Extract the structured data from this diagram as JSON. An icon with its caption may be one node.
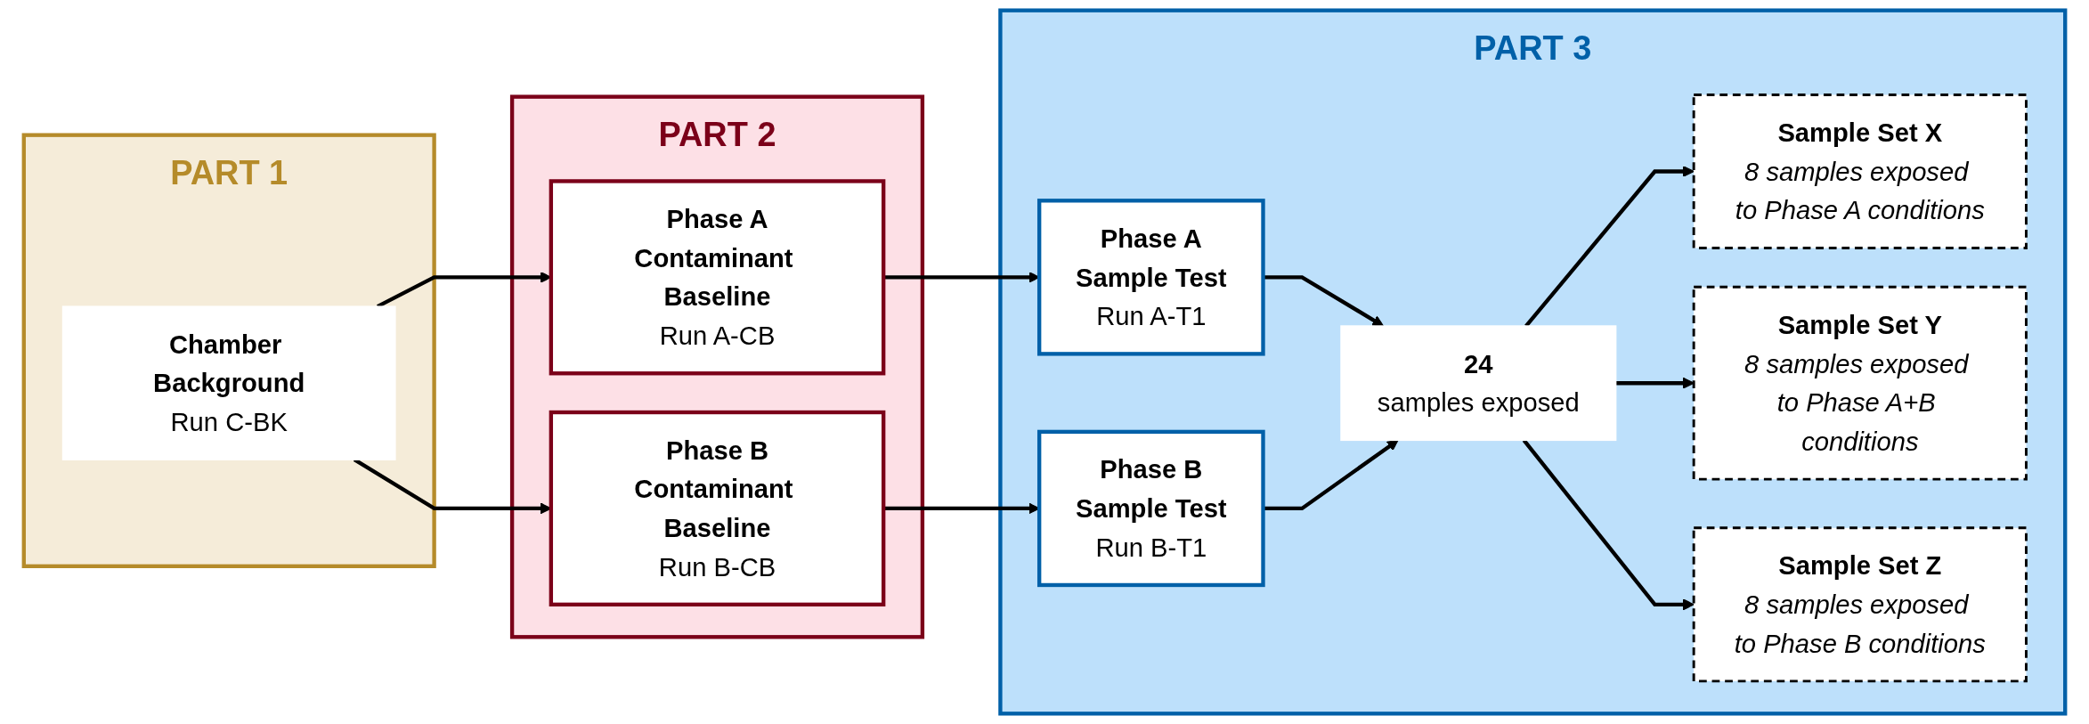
{
  "diagram": {
    "nodes": [
      {
        "text": [
          "PART 1"
        ]
      },
      {
        "text": [
          "Chamber Background",
          "Run C-BK"
        ],
        "in": 0
      },
      {
        "text": [
          "PART 2"
        ]
      },
      {
        "text": [
          "Phase A",
          "Contaminant Baseline",
          "Run A-CB"
        ],
        "in": 2
      },
      {
        "text": [
          "Phase B",
          "Contaminant Baseline",
          "Run B-CB"
        ],
        "in": 2
      },
      {
        "text": [
          "PART 3"
        ]
      },
      {
        "text": [
          "Phase A",
          "Sample Test",
          "Run A-T1"
        ],
        "in": 5
      },
      {
        "text": [
          "Phase B",
          "Sample Test",
          "Run B-T1"
        ],
        "in": 5
      },
      {
        "text": [
          "24",
          "samples exposed"
        ],
        "in": 5
      },
      {
        "text": [
          "Sample Set X",
          "8 samples exposed to Phase A conditions"
        ],
        "in": 5
      },
      {
        "text": [
          "Sample Set Y",
          "8 samples exposed to Phase A+B conditions"
        ],
        "in": 5
      },
      {
        "text": [
          "Sample Set Z",
          "8 samples exposed to Phase B conditions"
        ],
        "in": 5
      }
    ],
    "edges": [
      {
        "from": 1,
        "to": 3,
        "arrow": "to"
      },
      {
        "from": 1,
        "to": 4,
        "arrow": "to"
      },
      {
        "from": 3,
        "to": 6,
        "arrow": "to"
      },
      {
        "from": 4,
        "to": 7,
        "arrow": "to"
      },
      {
        "from": 6,
        "to": 8,
        "arrow": "to"
      },
      {
        "from": 7,
        "to": 8,
        "arrow": "to"
      },
      {
        "from": 8,
        "to": 9,
        "arrow": "to"
      },
      {
        "from": 8,
        "to": 10,
        "arrow": "to"
      },
      {
        "from": 8,
        "to": 11,
        "arrow": "to"
      }
    ]
  }
}
